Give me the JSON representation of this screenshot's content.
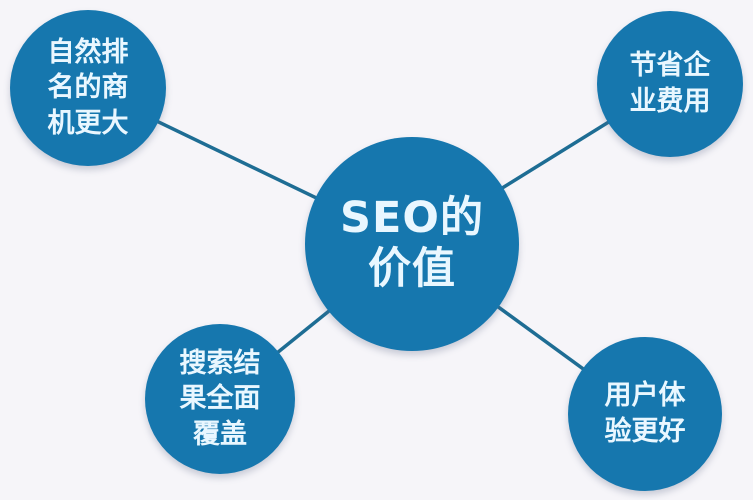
{
  "diagram": {
    "title": "SEO的价值",
    "center": {
      "lines": [
        "SEO的",
        "价值"
      ]
    },
    "top_left": {
      "label": "自然排名的商机更大",
      "lines": [
        "自然排",
        "名的商",
        "机更大"
      ]
    },
    "top_right": {
      "label": "节省企业费用",
      "lines": [
        "节省企",
        "业费用"
      ]
    },
    "bottom_left": {
      "label": "搜索结果全面覆盖",
      "lines": [
        "搜索结",
        "果全面",
        "覆盖"
      ]
    },
    "bottom_right": {
      "label": "用户体验更好",
      "lines": [
        "用户体",
        "验更好"
      ]
    }
  },
  "colors": {
    "background": "#f6f5f9",
    "circle_fill": "#1677ae",
    "connector_line": "#1e6d94",
    "text": "#e9f7ff"
  }
}
